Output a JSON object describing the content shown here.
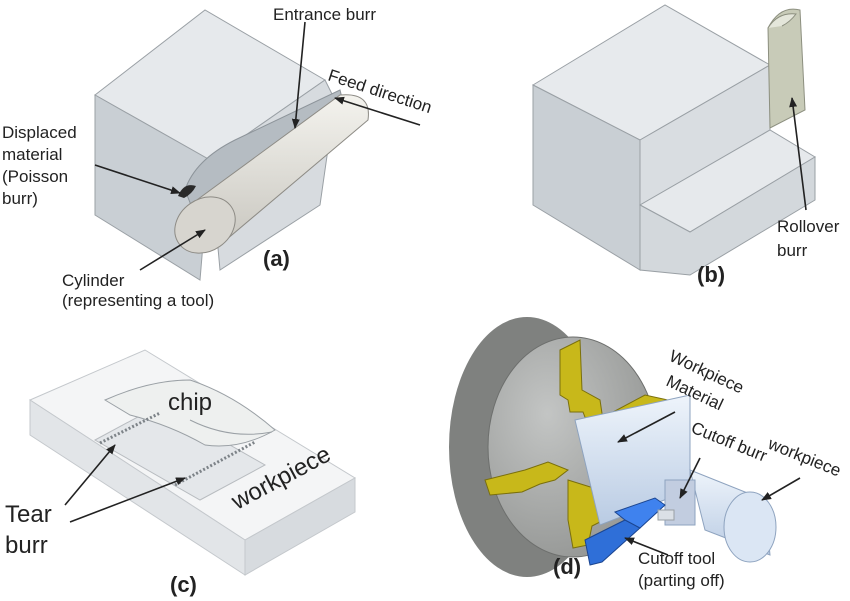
{
  "panels": {
    "a": {
      "caption": "(a)",
      "entrance_burr": "Entrance burr",
      "feed_direction": "Feed direction",
      "displaced": [
        "Displaced",
        "material",
        "(Poisson",
        "burr)"
      ],
      "cylinder": [
        "Cylinder",
        "(representing a tool)"
      ]
    },
    "b": {
      "caption": "(b)",
      "rollover": [
        "Rollover",
        "burr"
      ]
    },
    "c": {
      "caption": "(c)",
      "chip": "chip",
      "workpiece": "workpiece",
      "tear": [
        "Tear",
        "burr"
      ]
    },
    "d": {
      "caption": "(d)",
      "workpiece_material": [
        "Workpiece",
        "Material"
      ],
      "cutoff_burr": "Cutoff burr",
      "workpiece": "workpiece",
      "cutoff_tool": [
        "Cutoff tool",
        "(parting off)"
      ]
    }
  },
  "colors": {
    "block_top": "#e6e9ec",
    "block_front": "#c9cfd4",
    "block_side": "#d9dde1",
    "chuck": "#a9abaa",
    "jaw": "#c8b81a",
    "workpiece_d": "#dbe6f4",
    "tool": "#2f6fd8",
    "cylinder": "#e4e2dc",
    "rollover": "#c8cbb8"
  }
}
